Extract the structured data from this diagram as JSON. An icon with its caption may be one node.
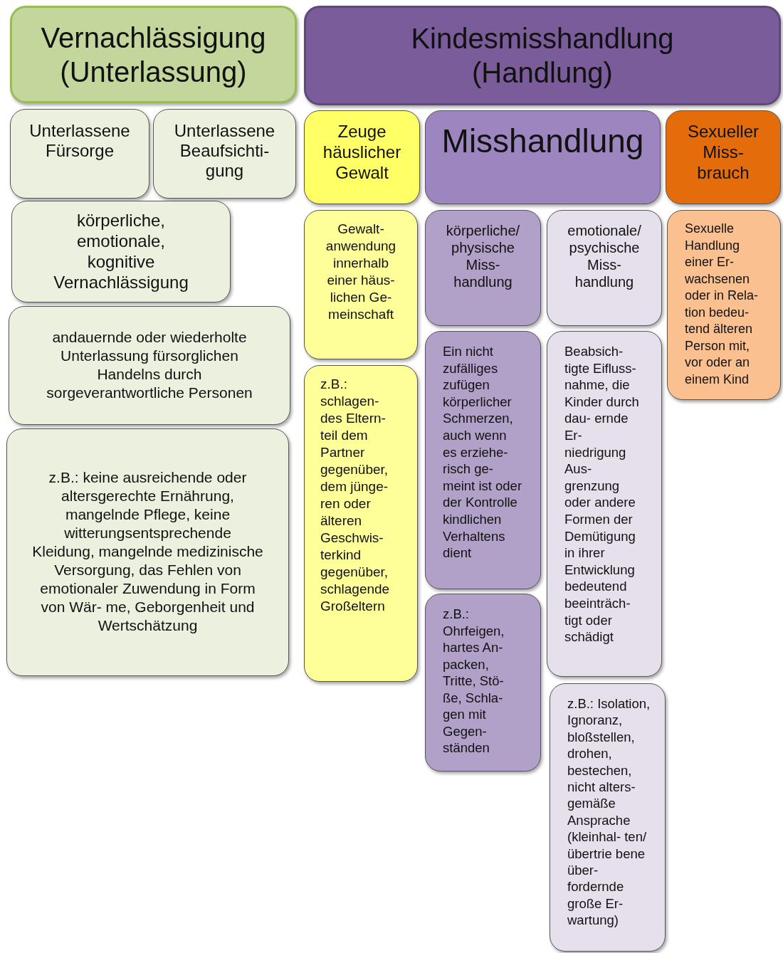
{
  "diagram": {
    "nodes": [
      {
        "text": [
          "Vernachlässigung (Unterlassung)"
        ]
      },
      {
        "text": [
          "Kindesmisshandlung (Handlung)"
        ]
      },
      {
        "text": [
          "Unterlassene Fürsorge"
        ]
      },
      {
        "text": [
          "Unterlassene Beaufsichti- gung"
        ]
      },
      {
        "text": [
          "körperliche, emotionale, kognitive Vernachlässigung"
        ]
      },
      {
        "text": [
          "andauernde oder wiederholte Unterlassung fürsorglichen Handelns durch sorgeverantwortliche Personen"
        ]
      },
      {
        "text": [
          "z.B.: keine ausreichende oder altersgerechte Ernährung, mangelnde Pflege, keine witterungsentsprechende Kleidung, mangelnde medizinische Versorgung, das Fehlen von emotionaler Zuwendung in Form von Wär- me, Geborgenheit und Wertschätzung"
        ]
      },
      {
        "text": [
          "Zeuge häuslicher Gewalt"
        ]
      },
      {
        "text": [
          "Misshandlung"
        ]
      },
      {
        "text": [
          "Sexueller Miss- brauch"
        ]
      },
      {
        "text": [
          "Gewalt- anwendung innerhalb einer häus- lichen Ge- meinschaft"
        ]
      },
      {
        "text": [
          "z.B.: schlagen- des Eltern- teil dem Partner gegenüber, dem jünge- ren oder älteren Geschwis- terkind gegenüber, schlagende Großeltern"
        ]
      },
      {
        "text": [
          "körperliche/ physische Miss- handlung"
        ]
      },
      {
        "text": [
          "emotionale/ psychische Miss- handlung"
        ]
      },
      {
        "text": [
          "Sexuelle Handlung einer Er- wachsenen oder in Rela- tion bedeu- tend älteren Person mit, vor oder an einem Kind"
        ]
      },
      {
        "text": [
          "Ein nicht zufälliges zufügen körperlicher Schmerzen, auch wenn es erziehe- risch ge- meint ist oder der Kontrolle kindlichen Verhaltens dient"
        ]
      },
      {
        "text": [
          "Beabsich- tigte Eifluss- nahme, die Kinder durch dau- ernde Er- niedrigung Aus- grenzung oder andere Formen der Demütigung in ihrer Entwicklung bedeutend beeinträch- tigt oder schädigt"
        ]
      },
      {
        "text": [
          "z.B.: Ohrfeigen, hartes An- packen, Tritte, Stö- ße, Schla- gen mit Gegen- ständen"
        ]
      },
      {
        "text": [
          "z.B.: Isolation, Ignoranz, bloßstellen, drohen, bestechen, nicht alters- gemäße Ansprache (kleinhal- ten/übertrie bene über- fordernde große Er- wartung)"
        ]
      }
    ]
  }
}
